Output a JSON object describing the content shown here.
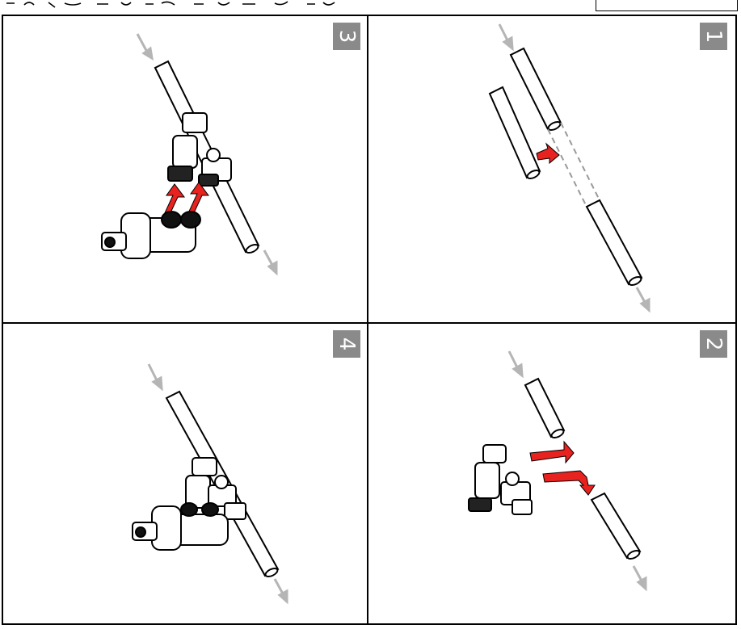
{
  "panels": [
    {
      "id": "panel-3",
      "step": "3"
    },
    {
      "id": "panel-1",
      "step": "1"
    },
    {
      "id": "panel-4",
      "step": "4"
    },
    {
      "id": "panel-2",
      "step": "2"
    }
  ],
  "colors": {
    "badge": "#8a8a8a",
    "arrow_red": "#e8231f",
    "flow_arrow": "#b5b5b5",
    "line": "#000000"
  },
  "icons": {
    "flow": "gray-flow-arrow-icon",
    "action": "red-arrow-icon",
    "part": "filter-unit-icon"
  }
}
